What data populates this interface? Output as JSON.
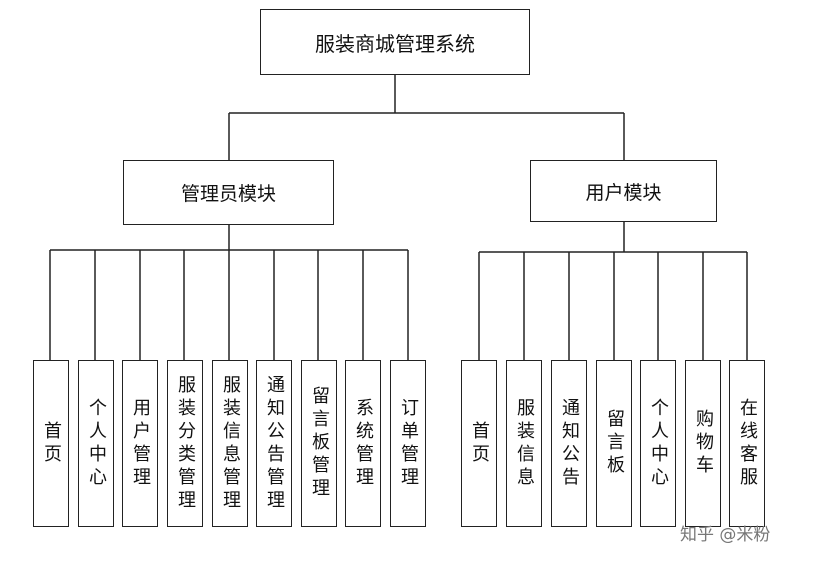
{
  "root": "服装商城管理系统",
  "modules": [
    {
      "label": "管理员模块",
      "items": [
        "首页",
        "个人中心",
        "用户管理",
        "服装分类管理",
        "服装信息管理",
        "通知公告管理",
        "留言板管理",
        "系统管理",
        "订单管理"
      ]
    },
    {
      "label": "用户模块",
      "items": [
        "首页",
        "服装信息",
        "通知公告",
        "留言板",
        "个人中心",
        "购物车",
        "在线客服"
      ]
    }
  ],
  "watermark": "知乎 @米粉"
}
